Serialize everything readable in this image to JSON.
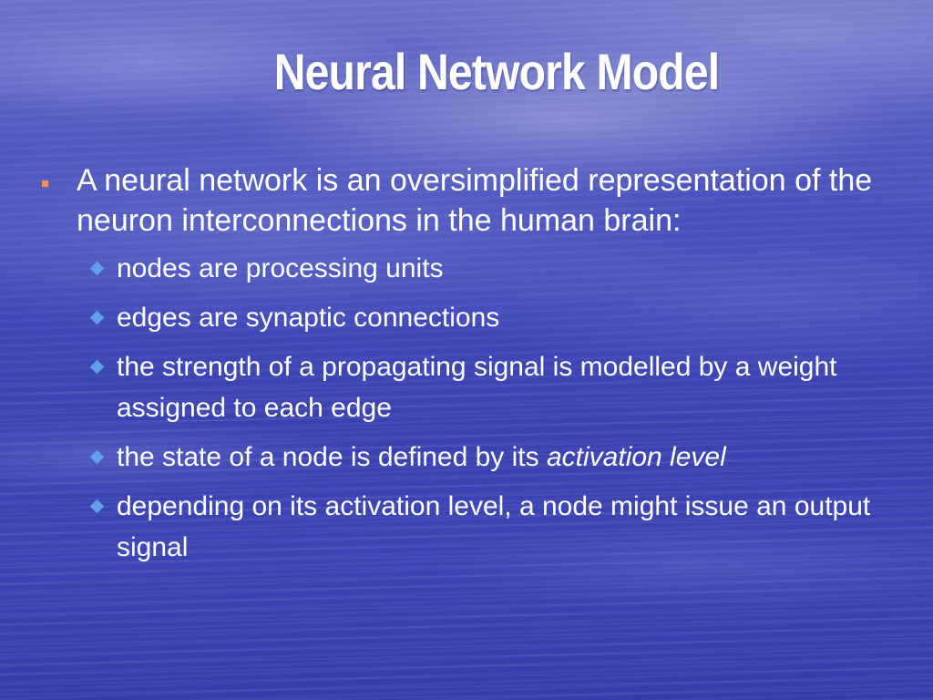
{
  "slide": {
    "title": "Neural Network Model",
    "main_point": "A neural network is an oversimplified representation of the neuron interconnections in the human brain:",
    "sub_points": [
      {
        "text": "nodes are processing units"
      },
      {
        "text": "edges are synaptic connections"
      },
      {
        "text": "the strength of a propagating signal is modelled by a weight assigned to each edge"
      },
      {
        "text": "the state of a node is defined by its ",
        "emphasis": "activation level"
      },
      {
        "text": "depending on its activation level, a node might issue an output signal"
      }
    ]
  },
  "colors": {
    "background": "#3f48b7",
    "text": "#ffffff",
    "level1_bullet": "#f0905a",
    "level2_bullet": "#5fa0e8"
  },
  "icons": {
    "level1_bullet": "square-bullet-icon",
    "level2_bullet": "diamond-bullet-icon"
  }
}
